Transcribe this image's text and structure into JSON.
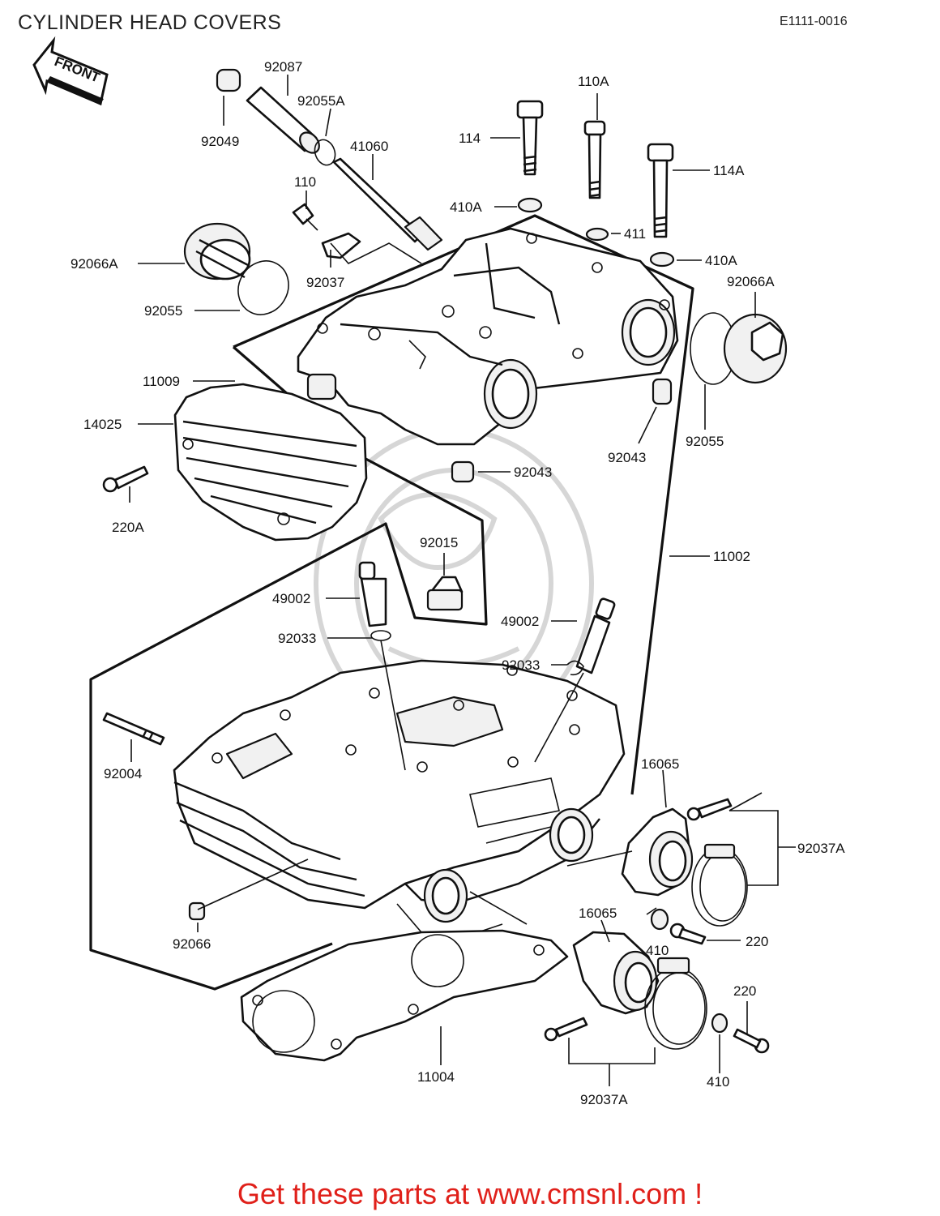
{
  "header": {
    "title": "CYLINDER HEAD COVERS",
    "reference_code": "E1111-0016"
  },
  "front_arrow": {
    "label": "FRONT"
  },
  "parts": {
    "p92087": "92087",
    "p92049": "92049",
    "p92055A": "92055A",
    "p41060": "41060",
    "p110": "110",
    "p92066A_left": "92066A",
    "p92037": "92037",
    "p92055_left": "92055",
    "p114": "114",
    "p110A": "110A",
    "p410A_left": "410A",
    "p411": "411",
    "p114A": "114A",
    "p410A_right": "410A",
    "p92066A_right": "92066A",
    "p11009": "11009",
    "p14025": "14025",
    "p220A": "220A",
    "p92043_center": "92043",
    "p92043_right": "92043",
    "p92055_right": "92055",
    "p92015": "92015",
    "p11002": "11002",
    "p49002_left": "49002",
    "p92033_left": "92033",
    "p49002_right": "49002",
    "p92033_right": "92033",
    "p92004": "92004",
    "p16065_top": "16065",
    "p92037A_right": "92037A",
    "p16065_bottom": "16065",
    "p410_center": "410",
    "p220_upper": "220",
    "p92066": "92066",
    "p220_lower": "220",
    "p11004": "11004",
    "p410_lower": "410",
    "p92037A_bottom": "92037A"
  },
  "footer": {
    "link_text": "Get these parts at www.cmsnl.com !"
  }
}
